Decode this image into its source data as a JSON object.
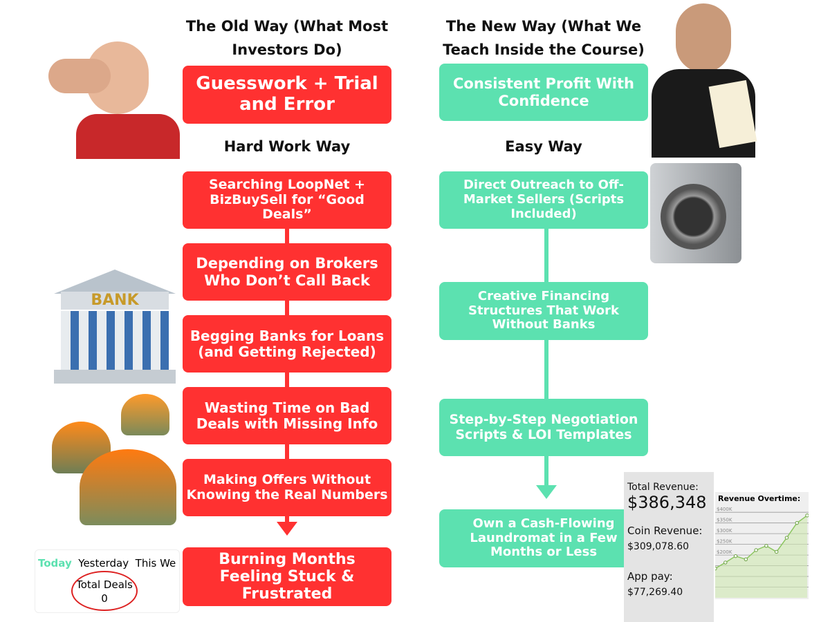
{
  "old_way": {
    "title_line1": "The Old Way (What Most",
    "title_line2": "Investors Do)",
    "headline": "Guesswork + Trial and Error",
    "subtitle": "Hard Work Way",
    "steps": [
      "Searching LoopNet + BizBuySell for “Good Deals”",
      "Depending on Brokers Who Don’t Call Back",
      "Begging Banks for Loans (and Getting Rejected)",
      "Wasting Time on Bad Deals with Missing Info",
      "Making Offers Without Knowing the Real Numbers"
    ],
    "result": "Burning Months Feeling Stuck & Frustrated"
  },
  "new_way": {
    "title_line1": "The New Way (What We",
    "title_line2": "Teach Inside the Course)",
    "headline": "Consistent Profit With Confidence",
    "subtitle": "Easy Way",
    "steps": [
      "Direct Outreach to Off-Market Sellers (Scripts Included)",
      "Creative Financing Structures That Work Without Banks",
      "Step-by-Step Negotiation Scripts & LOI Templates"
    ],
    "result": "Own a Cash-Flowing Laundromat in a Few Months or Less"
  },
  "bank_sign": "BANK",
  "deals_widget": {
    "tabs": [
      "Today",
      "Yesterday",
      "This We"
    ],
    "label": "Total Deals",
    "value": "0"
  },
  "revenue_card": {
    "total_label": "Total Revenue:",
    "total_value": "$386,348",
    "coin_label": "Coin Revenue:",
    "coin_value": "$309,078.60",
    "app_label": "App pay:",
    "app_value": "$77,269.40"
  },
  "colors": {
    "red": "#ff3131",
    "green": "#5ce1b0"
  },
  "chart_data": {
    "type": "line",
    "title": "Revenue Overtime:",
    "y_ticks": [
      "$400K",
      "$350K",
      "$300K",
      "$250K",
      "$200K"
    ],
    "ylim": [
      0,
      420
    ],
    "values": [
      137,
      165,
      195,
      180,
      223,
      243,
      215,
      281,
      350,
      385
    ]
  }
}
